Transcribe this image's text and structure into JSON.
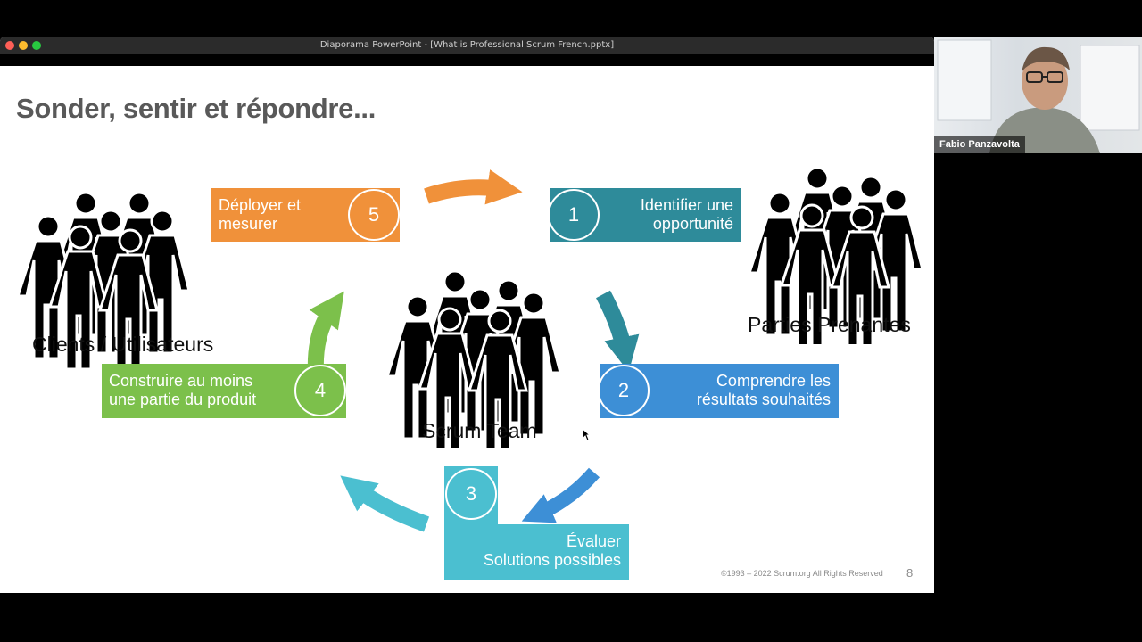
{
  "window": {
    "title": "Diaporama PowerPoint - [What is Professional Scrum French.pptx]"
  },
  "slide": {
    "title": "Sonder, sentir et répondre...",
    "clients_label": "Clients / Utilisateurs",
    "stakeholders_label": "Parties Prenantes",
    "team_label": "Scrum Team",
    "steps": [
      {
        "number": "1",
        "line1": "Identifier une",
        "line2": "opportunité",
        "color": "#2e8b9a"
      },
      {
        "number": "2",
        "line1": "Comprendre les",
        "line2": "résultats souhaités",
        "color": "#3d8fd6"
      },
      {
        "number": "3",
        "line1": "Évaluer",
        "line2": "Solutions possibles",
        "color": "#4bbfd0"
      },
      {
        "number": "4",
        "line1": "Construire au moins",
        "line2": "une partie du produit",
        "color": "#7cc04b"
      },
      {
        "number": "5",
        "line1": "Déployer et",
        "line2": "mesurer",
        "color": "#f0913a"
      }
    ],
    "copyright": "©1993 – 2022 Scrum.org All Rights Reserved",
    "page_number": "8"
  },
  "webcam": {
    "participant_name": "Fabio Panzavolta"
  }
}
